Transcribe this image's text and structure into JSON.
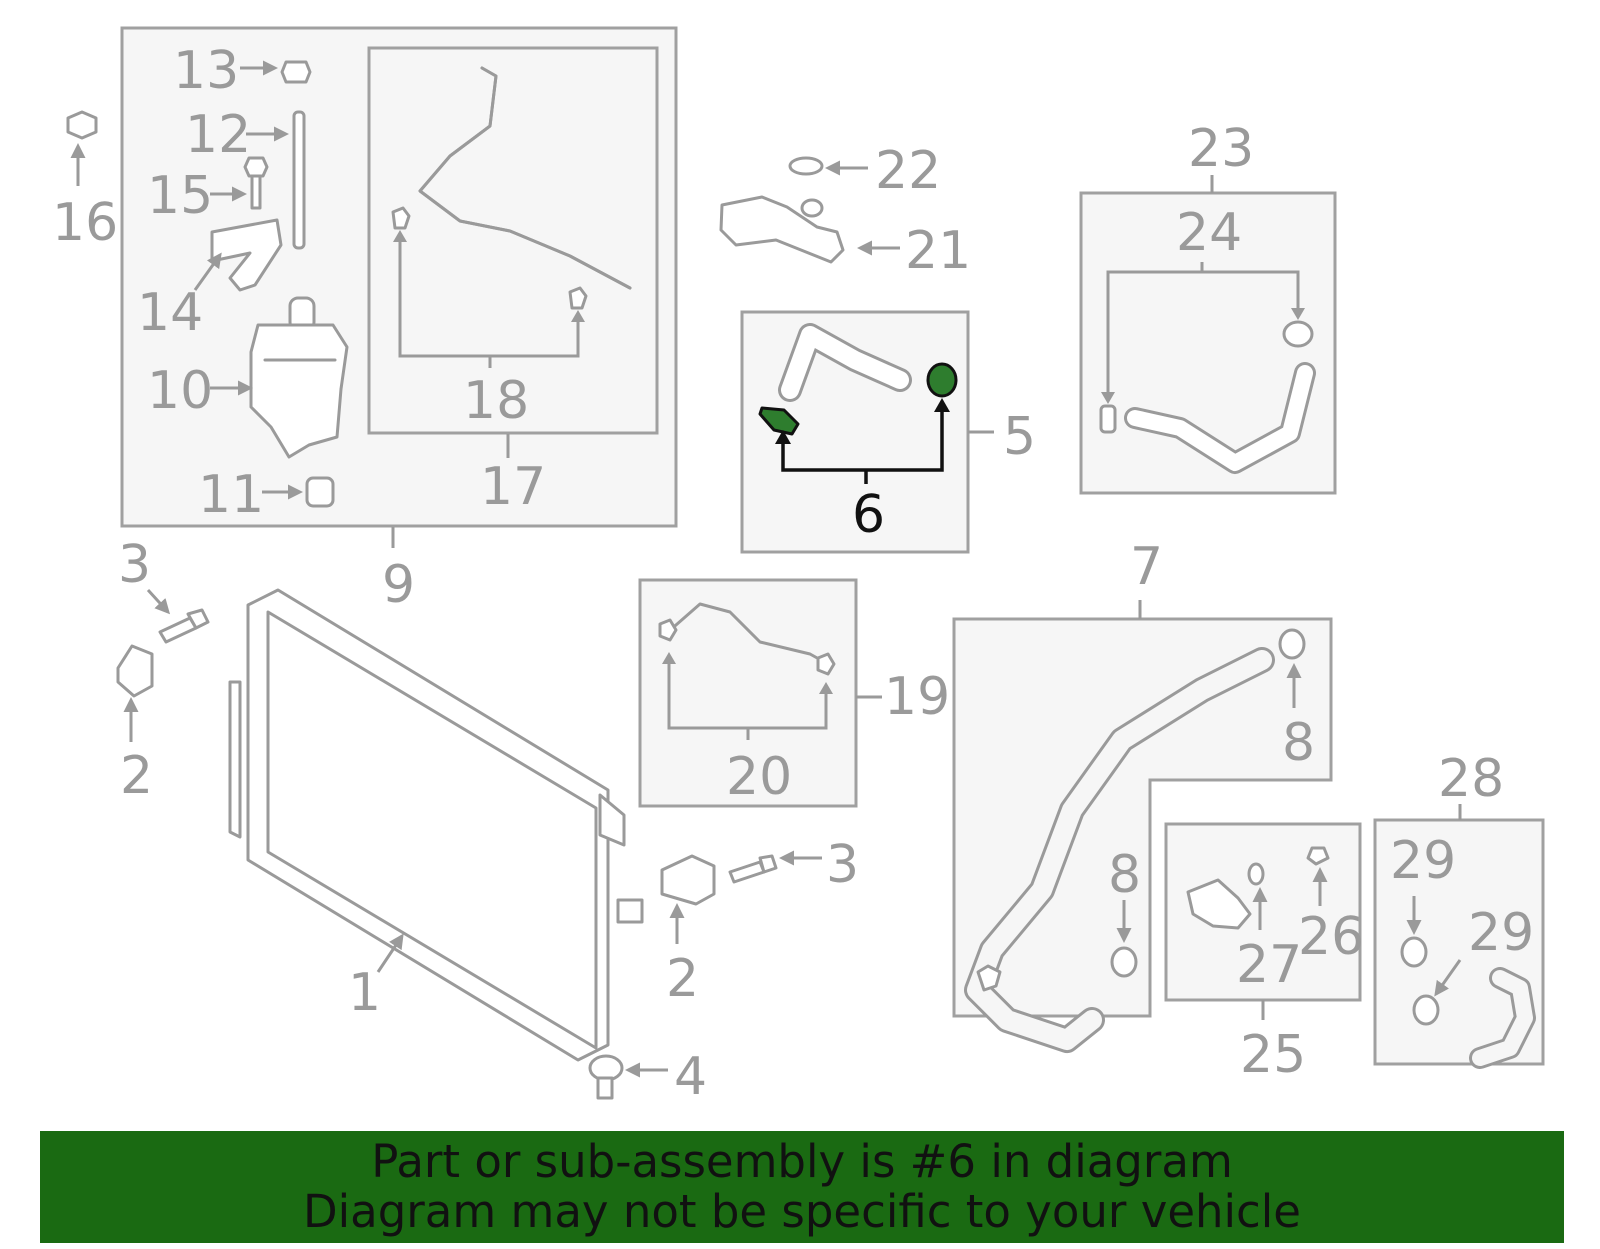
{
  "colors": {
    "banner_bg": "#1a6a12",
    "highlight": "#2e7d2e",
    "line": "#9a9a9a"
  },
  "highlighted_part": "6",
  "callouts": {
    "c1": "1",
    "c2a": "2",
    "c2b": "2",
    "c3a": "3",
    "c3b": "3",
    "c4": "4",
    "c5": "5",
    "c6": "6",
    "c7": "7",
    "c8a": "8",
    "c8b": "8",
    "c9": "9",
    "c10": "10",
    "c11": "11",
    "c12": "12",
    "c13": "13",
    "c14": "14",
    "c15": "15",
    "c16": "16",
    "c17": "17",
    "c18": "18",
    "c19": "19",
    "c20": "20",
    "c21": "21",
    "c22": "22",
    "c23": "23",
    "c24": "24",
    "c25": "25",
    "c26": "26",
    "c27": "27",
    "c28": "28",
    "c29a": "29",
    "c29b": "29"
  },
  "banner": {
    "line1": "Part or sub-assembly is #6 in diagram",
    "line2": "Diagram may not be specific to your vehicle"
  }
}
